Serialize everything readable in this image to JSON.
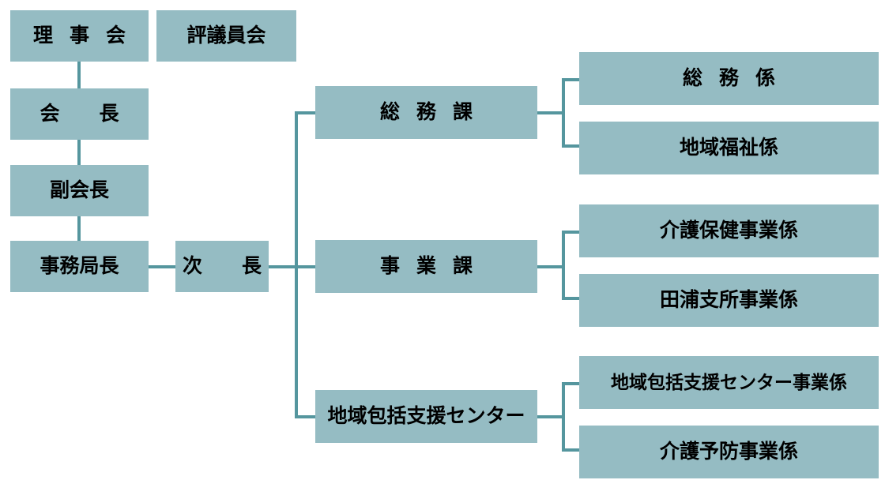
{
  "chart_data": {
    "type": "diagram",
    "subtype": "organization-chart",
    "title": "",
    "orientation": "left-to-right",
    "colors": {
      "node_fill": "#95bcc3",
      "connector": "#55969e",
      "text": "#000000",
      "background": "#ffffff"
    },
    "nodes": [
      {
        "id": "rijikai",
        "label": "理 事 会",
        "level": 0,
        "column": 1
      },
      {
        "id": "hyogiinkai",
        "label": "評議員会",
        "level": 0,
        "column": 2
      },
      {
        "id": "kaicho",
        "label": "会　　長",
        "level": 1,
        "column": 1
      },
      {
        "id": "fukukaicho",
        "label": "副会長",
        "level": 2,
        "column": 1
      },
      {
        "id": "jimukyokucho",
        "label": "事務局長",
        "level": 3,
        "column": 1
      },
      {
        "id": "jicho",
        "label": "次　　長",
        "level": 4,
        "column": 2
      },
      {
        "id": "somuka",
        "label": "総 務 課",
        "level": 5,
        "column": 3
      },
      {
        "id": "jigyouka",
        "label": "事 業 課",
        "level": 5,
        "column": 3
      },
      {
        "id": "chiikihokatsu",
        "label": "地域包括支援センター",
        "level": 5,
        "column": 3
      },
      {
        "id": "somugakari",
        "label": "総 務 係",
        "level": 6,
        "column": 4,
        "parent": "somuka"
      },
      {
        "id": "chiikifukushi",
        "label": "地域福祉係",
        "level": 6,
        "column": 4,
        "parent": "somuka"
      },
      {
        "id": "kaigohoken",
        "label": "介護保健事業係",
        "level": 6,
        "column": 4,
        "parent": "jigyouka"
      },
      {
        "id": "taurashisho",
        "label": "田浦支所事業係",
        "level": 6,
        "column": 4,
        "parent": "jigyouka"
      },
      {
        "id": "hokatsujigyou",
        "label": "地域包括支援センター事業係",
        "level": 6,
        "column": 4,
        "parent": "chiikihokatsu"
      },
      {
        "id": "kaigoyobou",
        "label": "介護予防事業係",
        "level": 6,
        "column": 4,
        "parent": "chiikihokatsu"
      }
    ],
    "edges": [
      {
        "from": "rijikai",
        "to": "kaicho"
      },
      {
        "from": "kaicho",
        "to": "fukukaicho"
      },
      {
        "from": "fukukaicho",
        "to": "jimukyokucho"
      },
      {
        "from": "jimukyokucho",
        "to": "jicho"
      },
      {
        "from": "jicho",
        "to": "somuka"
      },
      {
        "from": "jicho",
        "to": "jigyouka"
      },
      {
        "from": "jicho",
        "to": "chiikihokatsu"
      },
      {
        "from": "somuka",
        "to": "somugakari"
      },
      {
        "from": "somuka",
        "to": "chiikifukushi"
      },
      {
        "from": "jigyouka",
        "to": "kaigohoken"
      },
      {
        "from": "jigyouka",
        "to": "taurashisho"
      },
      {
        "from": "chiikihokatsu",
        "to": "hokatsujigyou"
      },
      {
        "from": "chiikihokatsu",
        "to": "kaigoyobou"
      }
    ]
  },
  "nodes": {
    "rijikai": "理 事 会",
    "hyogiinkai": "評議員会",
    "kaicho": "会　　長",
    "fukukaicho": "副会長",
    "jimukyokucho": "事務局長",
    "jicho": "次　　長",
    "somuka": "総 務 課",
    "jigyouka": "事 業 課",
    "chiikihokatsu": "地域包括支援センター",
    "somugakari": "総 務 係",
    "chiikifukushi": "地域福祉係",
    "kaigohoken": "介護保健事業係",
    "taurashisho": "田浦支所事業係",
    "hokatsujigyou": "地域包括支援センター事業係",
    "kaigoyobou": "介護予防事業係"
  }
}
